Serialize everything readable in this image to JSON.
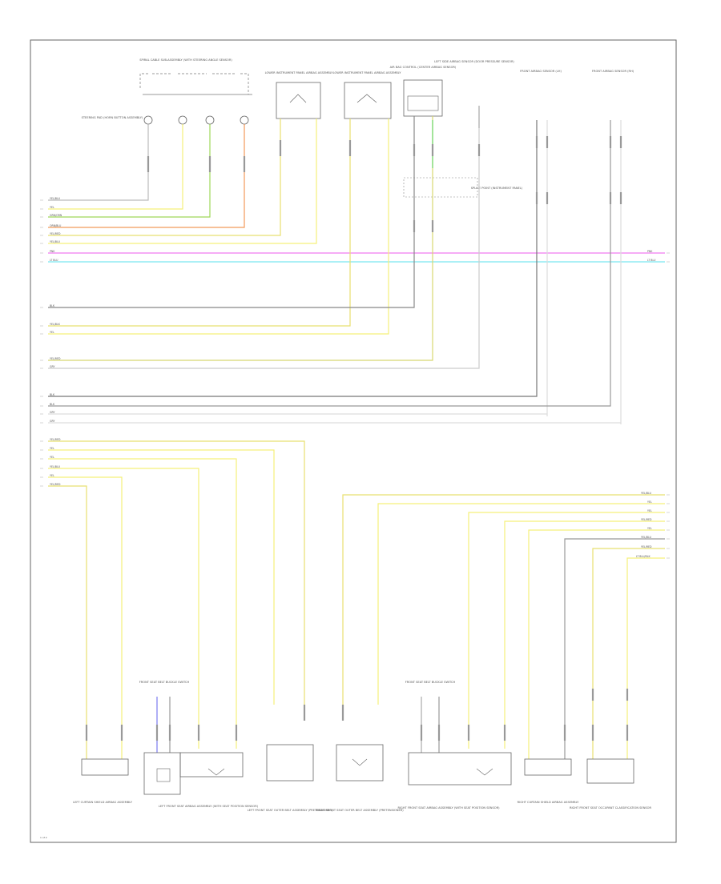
{
  "diagram": {
    "top_components": [
      {
        "id": "spiral",
        "label": "SPIRAL CABLE SUB-ASSEMBLY (WITH STEERING ANGLE SENSOR)"
      },
      {
        "id": "steering-pad",
        "label": "STEERING PAD (HORN BUTTON ASSEMBLY)"
      },
      {
        "id": "lower-airbag-l",
        "label": "LOWER INSTRUMENT PANEL AIRBAG ASSEMBLY"
      },
      {
        "id": "lower-airbag-r",
        "label": "LOWER INSTRUMENT PANEL AIRBAG ASSEMBLY"
      },
      {
        "id": "airbag-ctrl",
        "label": "AIR BAG CONTROL (CENTER AIRBAG SENSOR)"
      },
      {
        "id": "left-side",
        "label": "LEFT SIDE AIRBAG SENSOR (DOOR PRESSURE SENSOR)"
      },
      {
        "id": "front-l",
        "label": "FRONT AIRBAG SENSOR (LH)"
      },
      {
        "id": "front-r",
        "label": "FRONT AIRBAG SENSOR (RH)"
      }
    ],
    "splice_label": "SPLICE POINT (INSTRUMENT PANEL)",
    "left_wire_labels": [
      "YEL/BLU",
      "YEL",
      "GRN/ORN",
      "ORN/BLU",
      "YEL/RED",
      "YEL/BLU",
      "PNK",
      "LT BLU",
      "BLK",
      "YEL/BLK",
      "YEL",
      "YEL/RED",
      "GRY",
      "BLK",
      "BLK",
      "GRY",
      "GRY",
      "YEL/RED",
      "YEL",
      "YEL",
      "YEL/BLU",
      "YEL",
      "YEL/RED"
    ],
    "right_wire_labels": [
      "PNK",
      "LT BLU",
      "YEL/BLU",
      "YEL",
      "YEL",
      "YEL/RED",
      "YEL",
      "YEL/BLU",
      "YEL/RED",
      "LT BLU/BLK"
    ],
    "bottom_components": [
      {
        "id": "l-curtain",
        "label": "LEFT CURTAIN SHIELD AIRBAG ASSEMBLY"
      },
      {
        "id": "l-front-seat",
        "label": "LEFT FRONT SEAT AIRBAG ASSEMBLY (WITH SEAT POSITION SENSOR)"
      },
      {
        "id": "l-seatbelt",
        "label": "LEFT FRONT SEAT OUTER BELT ASSEMBLY (PRETENSIONER)"
      },
      {
        "id": "r-seatbelt",
        "label": "RIGHT FRONT SEAT OUTER BELT ASSEMBLY (PRETENSIONER)"
      },
      {
        "id": "r-front-seat",
        "label": "RIGHT FRONT SEAT AIRBAG ASSEMBLY (WITH SEAT POSITION SENSOR)"
      },
      {
        "id": "r-curtain",
        "label": "RIGHT CURTAIN SHIELD AIRBAG ASSEMBLY"
      },
      {
        "id": "r-occupant",
        "label": "RIGHT FRONT SEAT OCCUPANT CLASSIFICATION SENSOR"
      }
    ],
    "buckle_labels": [
      "FRONT SEAT BELT BUCKLE SWITCH",
      "FRONT SEAT BELT BUCKLE SWITCH"
    ],
    "page_tag": "1 of 2"
  }
}
